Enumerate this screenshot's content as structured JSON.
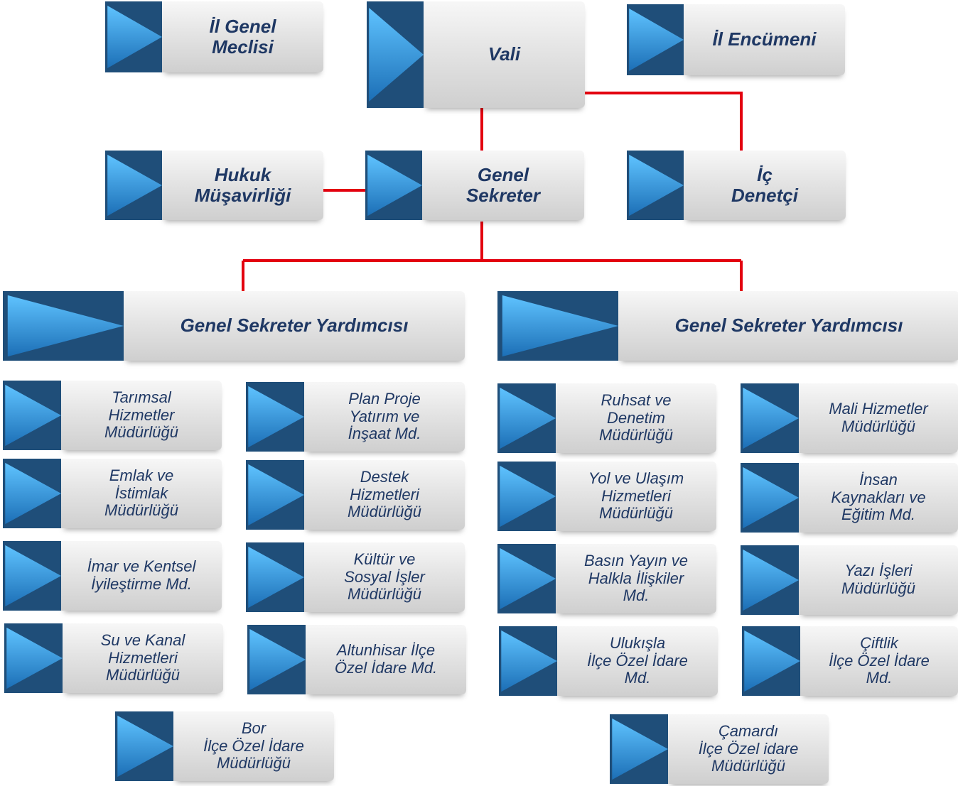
{
  "colors": {
    "connector": "#e3000f",
    "tab_dark": "#1f4e79",
    "tab_light": "#2f8fd0",
    "text": "#1f3864"
  },
  "icon": "triangle-play-icon",
  "top": {
    "il_genel_meclisi": "İl Genel\nMeclisi",
    "vali": "Vali",
    "il_encumeni": "İl Encümeni"
  },
  "middle": {
    "hukuk": "Hukuk\nMüşavirliği",
    "genel_sekreter": "Genel\nSekreter",
    "ic_denetci": "İç\nDenetçi"
  },
  "deputies": {
    "left": "Genel Sekreter Yardımcısı",
    "right": "Genel Sekreter Yardımcısı"
  },
  "left_units": [
    "Tarımsal\nHizmetler\nMüdürlüğü",
    "Plan Proje\nYatırım ve\nİnşaat Md.",
    "Emlak ve\nİstimlak\nMüdürlüğü",
    "Destek\nHizmetleri\nMüdürlüğü",
    "İmar ve Kentsel\nİyileştirme Md.",
    "Kültür ve\nSosyal İşler\nMüdürlüğü",
    "Su ve Kanal\nHizmetleri\nMüdürlüğü",
    "Altunhisar İlçe\nÖzel İdare Md.",
    "Bor\nİlçe Özel İdare\nMüdürlüğü"
  ],
  "right_units": [
    "Ruhsat ve\nDenetim\nMüdürlüğü",
    "Mali Hizmetler\nMüdürlüğü",
    "Yol ve Ulaşım\nHizmetleri\nMüdürlüğü",
    "İnsan\nKaynakları ve\nEğitim Md.",
    "Basın Yayın ve\nHalkla İlişkiler\nMd.",
    "Yazı İşleri\nMüdürlüğü",
    "Ulukışla\nİlçe Özel İdare\nMd.",
    "Çiftlik\nİlçe Özel İdare\nMd.",
    "Çamardı\nİlçe Özel idare\nMüdürlüğü"
  ]
}
